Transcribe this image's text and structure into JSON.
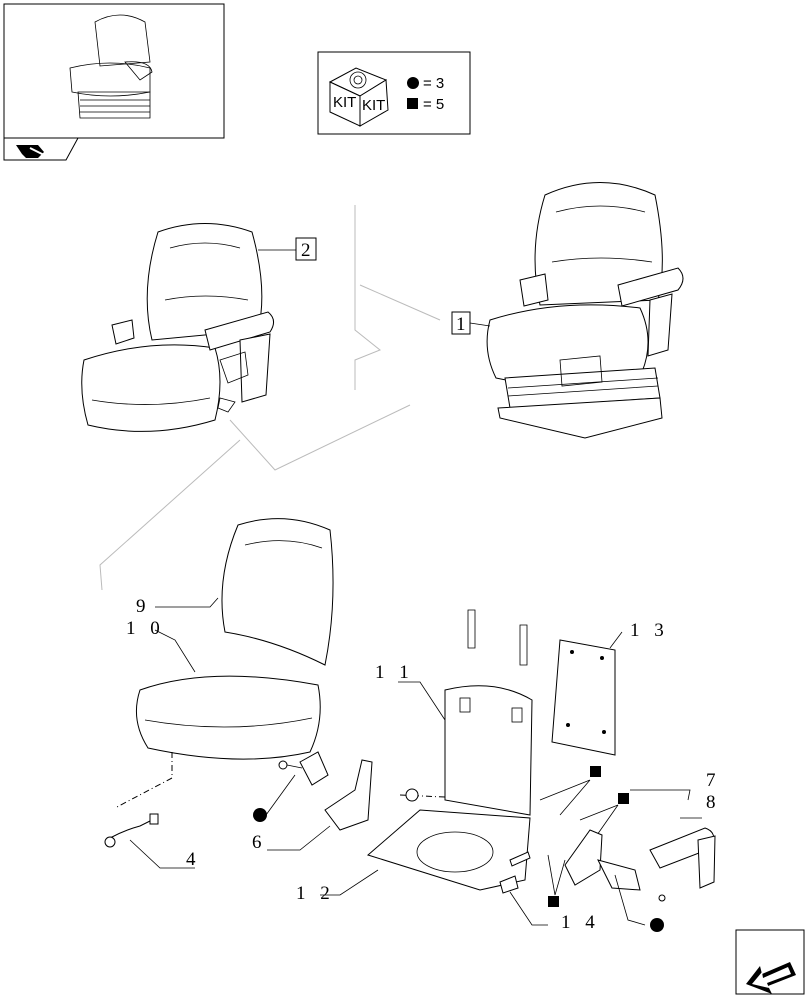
{
  "kit_legend": {
    "kit_label_left": "KIT",
    "kit_label_right": "KIT",
    "circle_entry": "= 3",
    "square_entry": "= 5"
  },
  "callouts": {
    "c1": "1",
    "c2": "2",
    "c4": "4",
    "c6": "6",
    "c7": "7",
    "c8": "8",
    "c9": "9",
    "c10": "1 0",
    "c11": "1 1",
    "c12": "1 2",
    "c13": "1 3",
    "c14": "1 4"
  },
  "icons": {
    "thumbnail": "seat-thumbnail-icon",
    "back_arrow": "return-arrow-icon",
    "next_page": "next-page-arrow-icon",
    "kit_box": "kit-box-icon"
  },
  "colors": {
    "line": "#000000",
    "guide": "#bbbbbb",
    "background": "#ffffff"
  }
}
